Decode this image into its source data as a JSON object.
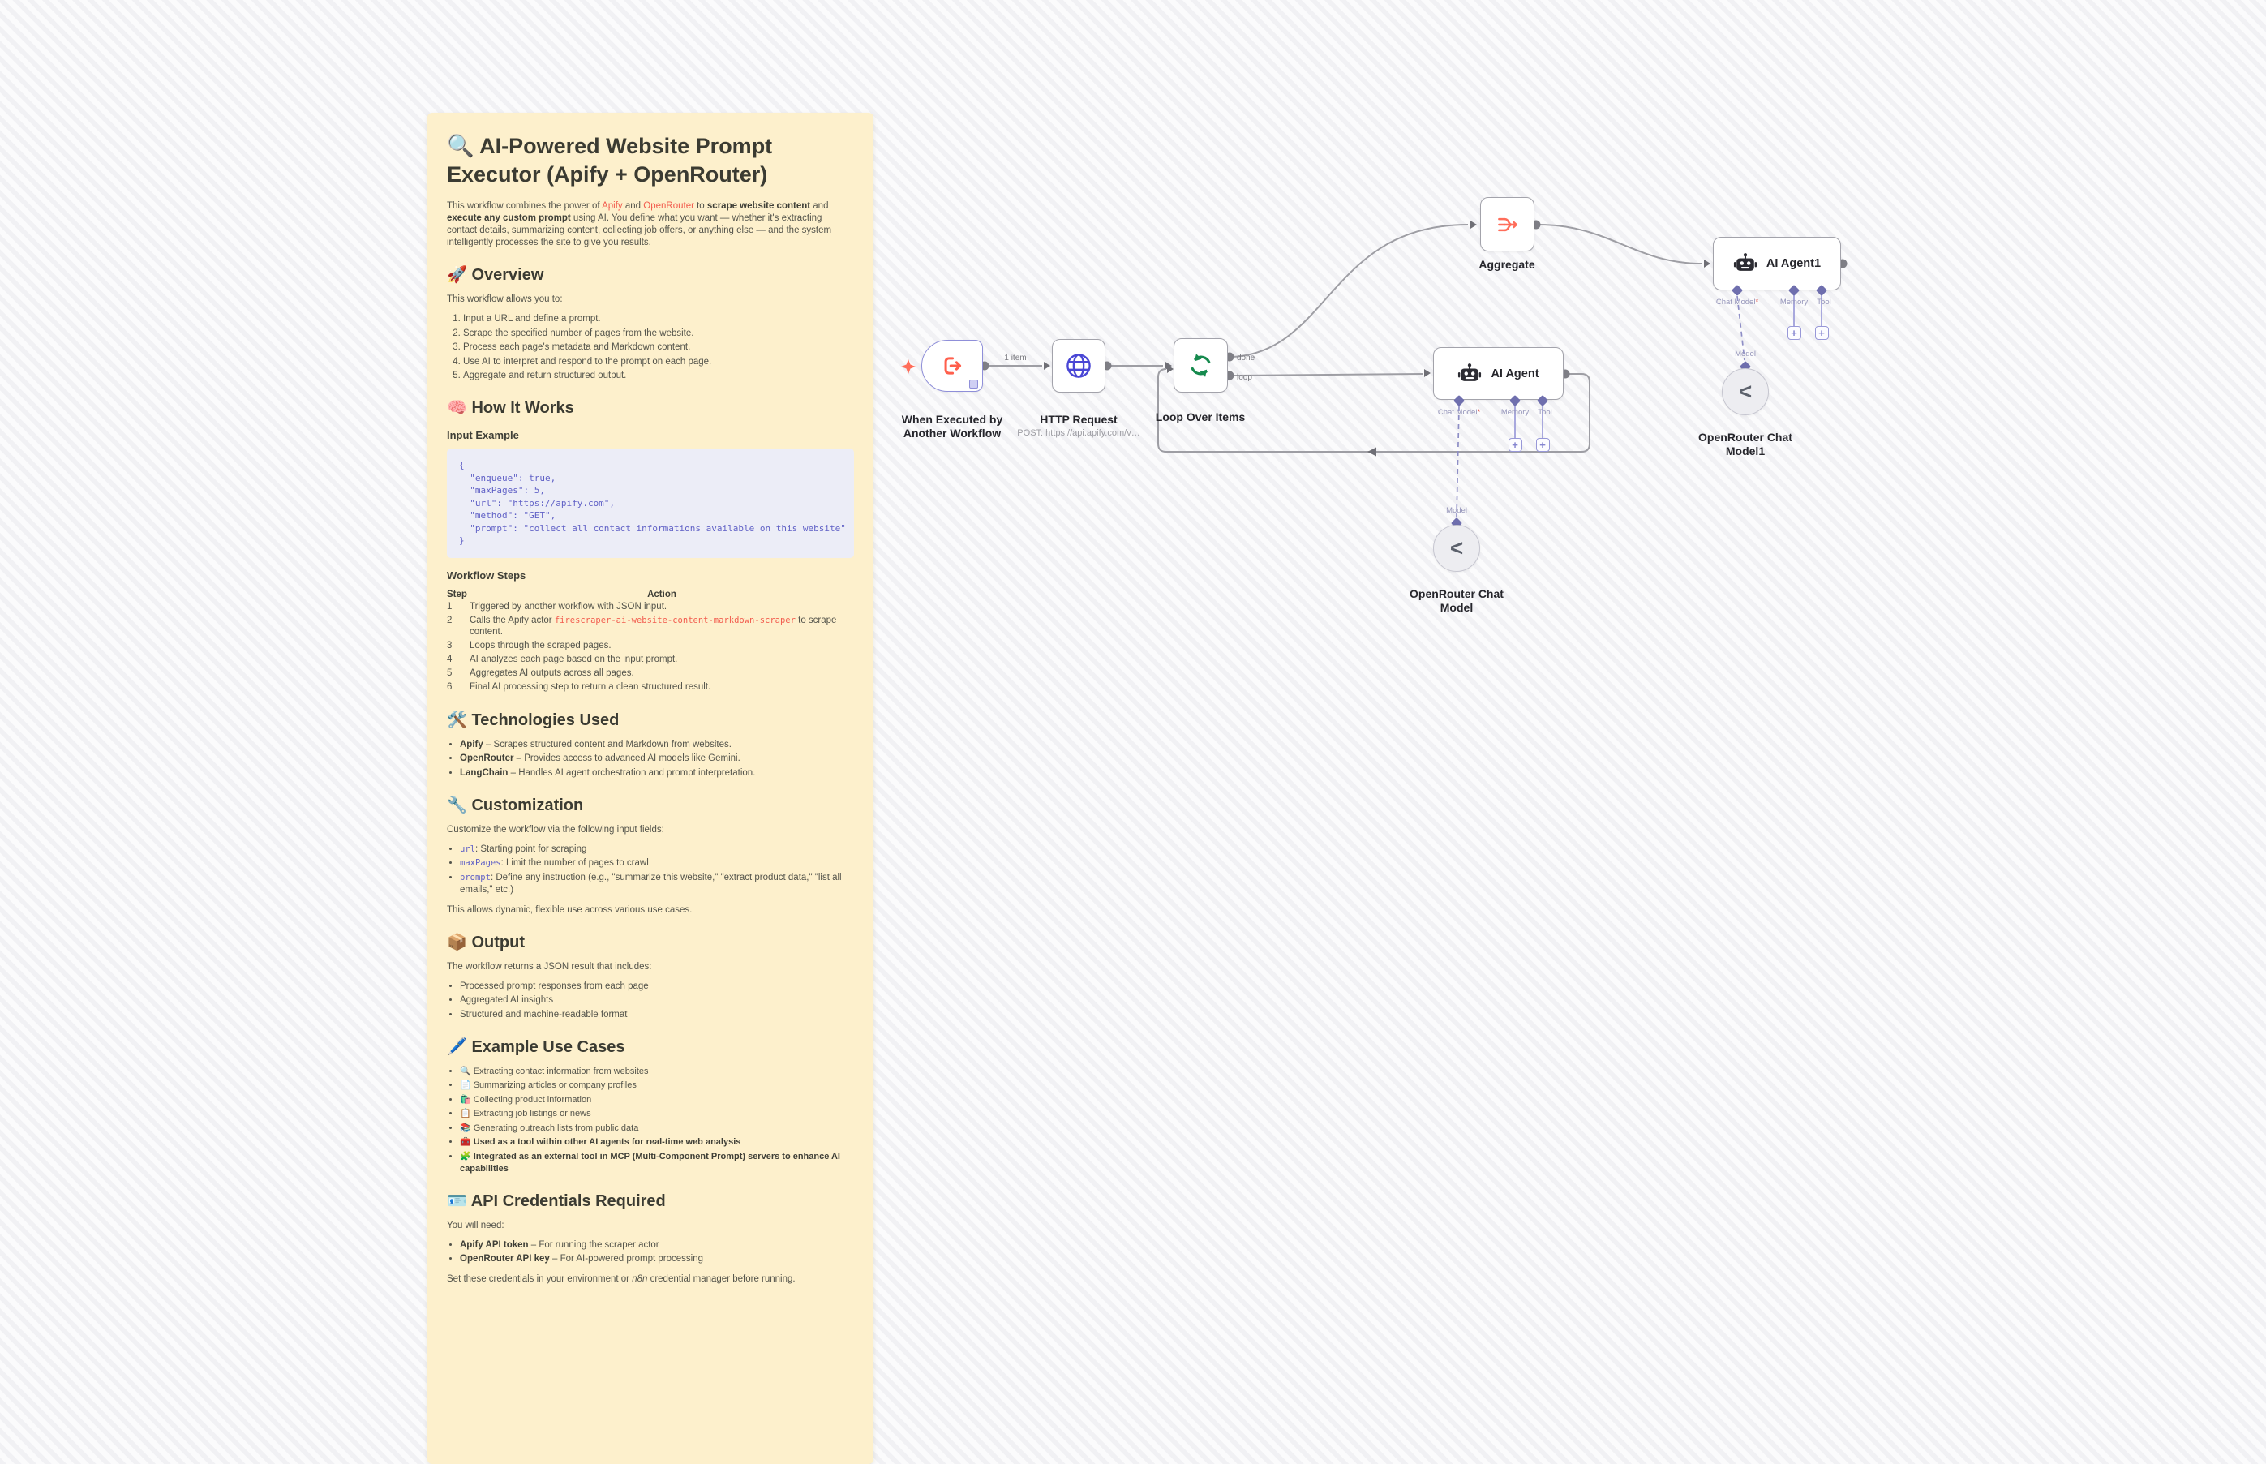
{
  "sticky": {
    "title": "🔍 AI-Powered Website Prompt Executor (Apify + OpenRouter)",
    "intro": {
      "p1": "This workflow combines the power of ",
      "link1": "Apify",
      "p2": " and ",
      "link2": "OpenRouter",
      "p3": " to ",
      "b1": "scrape website content",
      "p4": " and ",
      "b2": "execute any custom prompt",
      "p5": " using AI. You define what you want — whether it's extracting contact details, summarizing content, collecting job offers, or anything else — and the system intelligently processes the site to give you results."
    },
    "overview": {
      "heading": "🚀 Overview",
      "lead": "This workflow allows you to:",
      "items": [
        "Input a URL and define a prompt.",
        "Scrape the specified number of pages from the website.",
        "Process each page's metadata and Markdown content.",
        "Use AI to interpret and respond to the prompt on each page.",
        "Aggregate and return structured output."
      ]
    },
    "how": {
      "heading": "🧠 How It Works",
      "input_example": "Input Example",
      "code": "{\n  \"enqueue\": true,\n  \"maxPages\": 5,\n  \"url\": \"https://apify.com\",\n  \"method\": \"GET\",\n  \"prompt\": \"collect all contact informations available on this website\"\n}",
      "workflow_steps": "Workflow Steps",
      "table": {
        "col_step": "Step",
        "col_action": "Action",
        "rows": [
          {
            "n": "1",
            "pre": "Triggered by another workflow with JSON input.",
            "code": "",
            "post": ""
          },
          {
            "n": "2",
            "pre": "Calls the Apify actor ",
            "code": "firescraper-ai-website-content-markdown-scraper",
            "post": " to scrape content."
          },
          {
            "n": "3",
            "pre": "Loops through the scraped pages.",
            "code": "",
            "post": ""
          },
          {
            "n": "4",
            "pre": "AI analyzes each page based on the input prompt.",
            "code": "",
            "post": ""
          },
          {
            "n": "5",
            "pre": "Aggregates AI outputs across all pages.",
            "code": "",
            "post": ""
          },
          {
            "n": "6",
            "pre": "Final AI processing step to return a clean structured result.",
            "code": "",
            "post": ""
          }
        ]
      }
    },
    "tech": {
      "heading": "🛠️ Technologies Used",
      "items": [
        {
          "name": "Apify",
          "desc": " – Scrapes structured content and Markdown from websites."
        },
        {
          "name": "OpenRouter",
          "desc": " – Provides access to advanced AI models like Gemini."
        },
        {
          "name": "LangChain",
          "desc": " – Handles AI agent orchestration and prompt interpretation."
        }
      ]
    },
    "custom": {
      "heading": "🔧 Customization",
      "lead": "Customize the workflow via the following input fields:",
      "items": [
        {
          "code": "url",
          "desc": ": Starting point for scraping"
        },
        {
          "code": "maxPages",
          "desc": ": Limit the number of pages to crawl"
        },
        {
          "code": "prompt",
          "desc": ": Define any instruction (e.g., \"summarize this website,\" \"extract product data,\" \"list all emails,\" etc.)"
        }
      ],
      "note": "This allows dynamic, flexible use across various use cases."
    },
    "output": {
      "heading": "📦 Output",
      "lead": "The workflow returns a JSON result that includes:",
      "items": [
        "Processed prompt responses from each page",
        "Aggregated AI insights",
        "Structured and machine-readable format"
      ]
    },
    "usecases": {
      "heading": "🖊️ Example Use Cases",
      "items": [
        {
          "icon": "🔍",
          "text": "Extracting contact information from websites"
        },
        {
          "icon": "📄",
          "text": "Summarizing articles or company profiles"
        },
        {
          "icon": "🛍️",
          "text": "Collecting product information"
        },
        {
          "icon": "📋",
          "text": "Extracting job listings or news"
        },
        {
          "icon": "📚",
          "text": "Generating outreach lists from public data"
        },
        {
          "icon": "🧰",
          "text": "Used as a tool within other AI agents for real-time web analysis"
        },
        {
          "icon": "🧩",
          "text": "Integrated as an external tool in MCP (Multi-Component Prompt) servers to enhance AI capabilities"
        }
      ]
    },
    "creds": {
      "heading": "🪪 API Credentials Required",
      "lead": "You will need:",
      "items": [
        {
          "name": "Apify API token",
          "desc": " – For running the scraper actor"
        },
        {
          "name": "OpenRouter API key",
          "desc": " – For AI-powered prompt processing"
        }
      ],
      "note_pre": "Set these credentials in your environment or ",
      "note_em": "n8n",
      "note_post": " credential manager before running."
    }
  },
  "workflow": {
    "edge_item_label": "1 item",
    "loop_out_done": "done",
    "loop_out_loop": "loop",
    "plus": "+",
    "or_logo": "<",
    "nodes": {
      "trigger": {
        "label1": "When Executed by",
        "label2": "Another Workflow"
      },
      "http": {
        "label": "HTTP Request",
        "subtitle": "POST: https://api.apify.com/v…"
      },
      "loop": {
        "label": "Loop Over Items"
      },
      "agent": {
        "label": "AI Agent",
        "port_chat": "Chat Model",
        "port_chat_req": "*",
        "port_memory": "Memory",
        "port_tool": "Tool"
      },
      "aggregate": {
        "label": "Aggregate"
      },
      "agent1": {
        "label": "AI Agent1",
        "port_chat": "Chat Model",
        "port_chat_req": "*",
        "port_memory": "Memory",
        "port_tool": "Tool"
      },
      "model": {
        "label1": "OpenRouter Chat",
        "label2": "Model",
        "port": "Model"
      },
      "model1": {
        "label1": "OpenRouter Chat",
        "label2": "Model1",
        "port": "Model"
      }
    }
  }
}
